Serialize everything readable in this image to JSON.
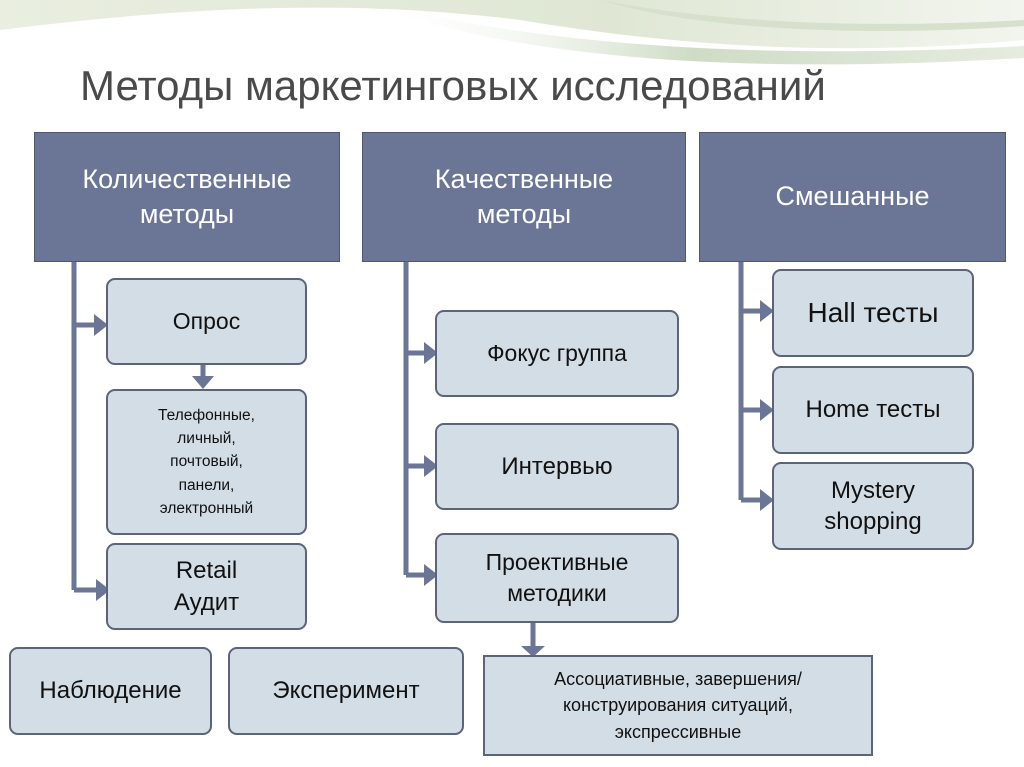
{
  "title": "Методы маркетинговых исследований",
  "columns": {
    "quantitative": {
      "header": "Количественные\nметоды",
      "survey": "Опрос",
      "survey_types": "Телефонные,\nличный,\nпочтовый,\nпанели,\nэлектронный",
      "retail_audit": "Retail\nАудит"
    },
    "qualitative": {
      "header": "Качественные\nметоды",
      "focus_group": "Фокус группа",
      "interview": "Интервью",
      "projective": "Проективные\nметодики"
    },
    "mixed": {
      "header": "Смешанные",
      "hall_tests": "Hall тесты",
      "home_tests": "Home тесты",
      "mystery_shopping": "Mystery\nshopping"
    }
  },
  "bottom": {
    "observation": "Наблюдение",
    "experiment": "Эксперимент",
    "projective_types": "Ассоциативные, завершения/\nконструирования ситуаций,\nэкспрессивные"
  },
  "colors": {
    "header_fill": "#6b7596",
    "box_fill": "#d3dde6",
    "border": "#5c6578",
    "title": "#4a4a4a",
    "connector": "#6b7596"
  }
}
